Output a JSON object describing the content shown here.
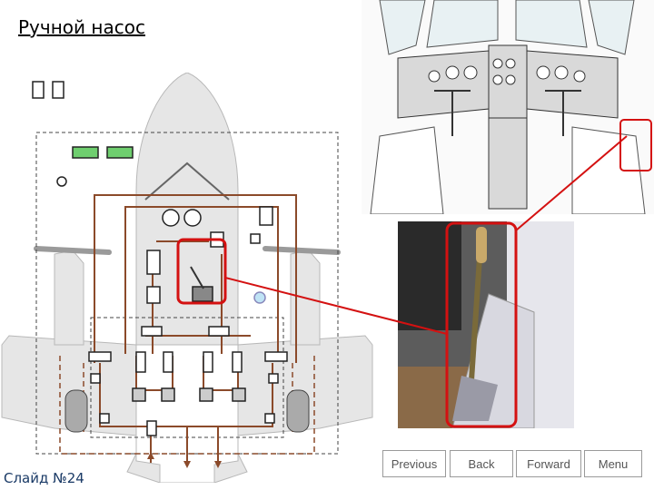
{
  "title": "Ручной насос",
  "slide_label": "Слайд №24",
  "nav": {
    "previous": "Previous",
    "back": "Back",
    "forward": "Forward",
    "menu": "Menu"
  },
  "colors": {
    "pipe": "#8b4a2a",
    "aircraft_fill": "#e6e6e6",
    "highlight": "#d41111",
    "indicator_green": "#6fcf6f"
  }
}
